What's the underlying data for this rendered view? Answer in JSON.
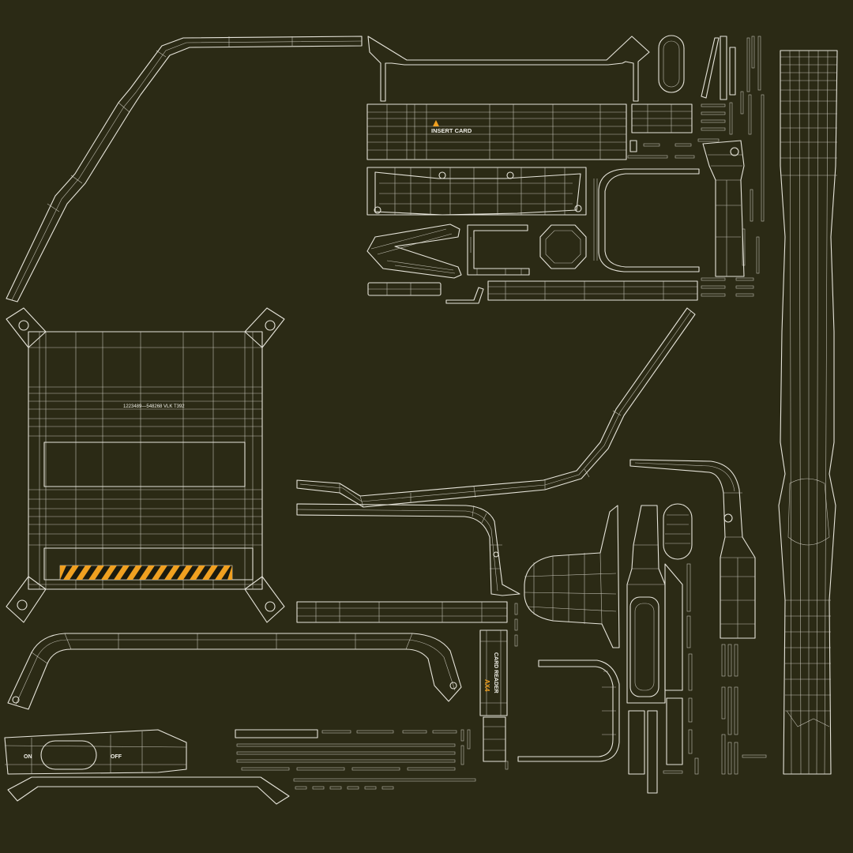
{
  "texture": {
    "background_color": "#2b2a15",
    "wire_color": "#e6e4da",
    "accent_color": "#f0a020",
    "stripe_dark_color": "#1a1a0e"
  },
  "labels": {
    "insert_card": "INSERT CARD",
    "serial_code": "1223489—548268 VLK T392",
    "card_reader": "CARD READER",
    "model_code": "AX4",
    "on": "ON",
    "off": "OFF"
  },
  "icons": {
    "warning": "warning-triangle-icon"
  }
}
